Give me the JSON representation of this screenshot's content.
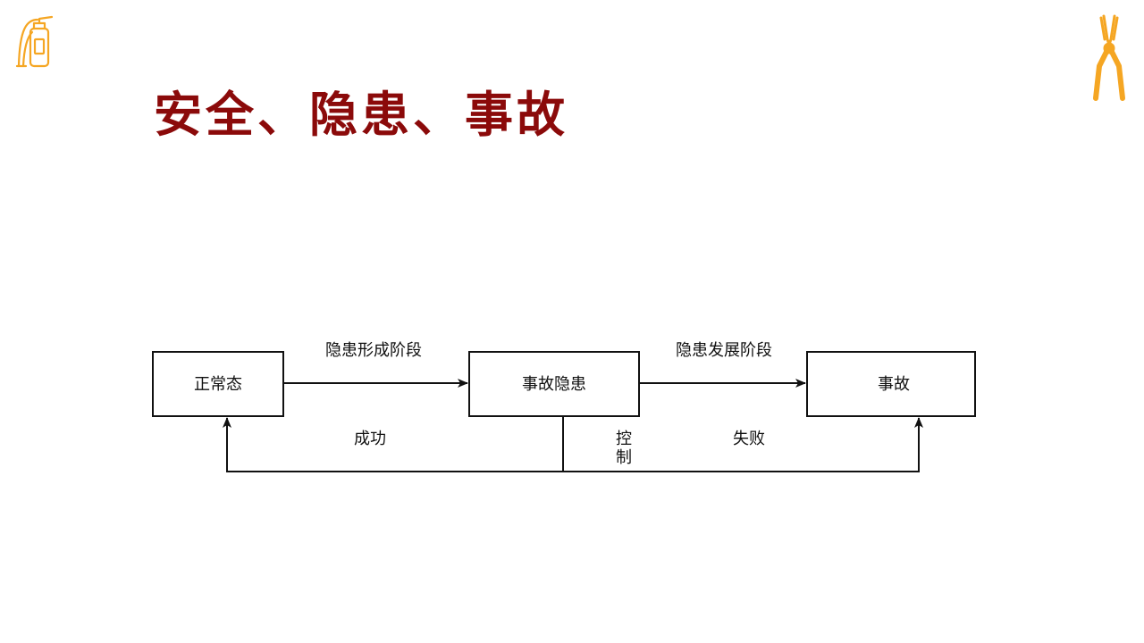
{
  "page": {
    "title": "安全、隐患、事故",
    "title_color": "#8b0a0a",
    "accent_color": "#f5a623"
  },
  "icons": {
    "top_left": "fire-extinguisher-icon",
    "top_right": "pliers-icon"
  },
  "diagram": {
    "nodes": {
      "normal": "正常态",
      "hazard": "事故隐患",
      "accident": "事故"
    },
    "edges": {
      "formation": "隐患形成阶段",
      "development": "隐患发展阶段",
      "success": "成功",
      "failure": "失败",
      "control_1": "控",
      "control_2": "制"
    },
    "line_color": "#111111"
  }
}
